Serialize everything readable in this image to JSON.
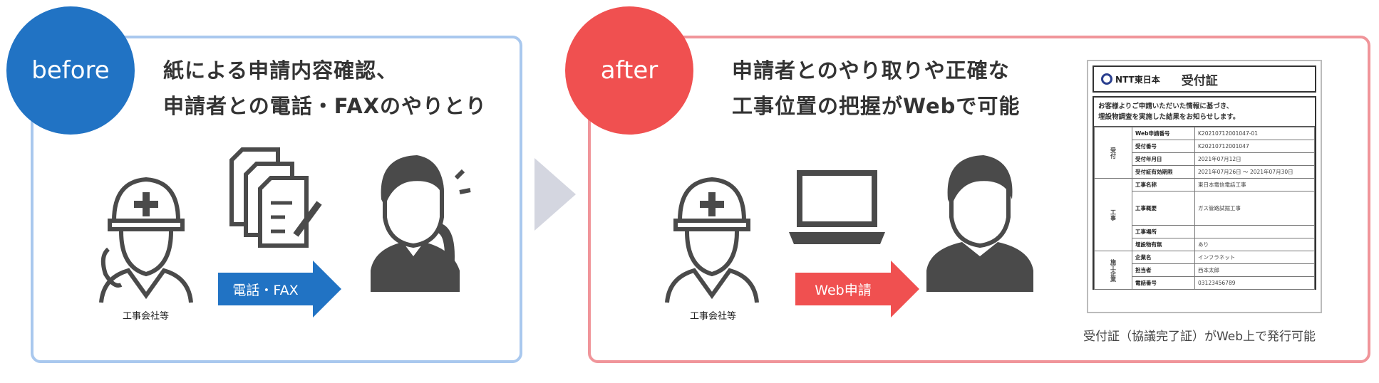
{
  "before": {
    "badge": "before",
    "title_line1": "紙による申請内容確認、",
    "title_line2": "申請者との電話・FAXのやりとり",
    "arrow_label": "電話・FAX",
    "worker_label": "工事会社等",
    "color": "#2173c4",
    "border_color": "#a9c8ee"
  },
  "after": {
    "badge": "after",
    "title_line1": "申請者とのやり取りや正確な",
    "title_line2": "工事位置の把握がWebで可能",
    "arrow_label": "Web申請",
    "worker_label": "工事会社等",
    "color": "#f05050",
    "border_color": "#f0959a"
  },
  "document": {
    "logo": "NTT東日本",
    "title": "受付証",
    "message_line1": "お客様よりご申請いただいた情報に基づき、",
    "message_line2": "埋設物調査を実施した結果をお知らせします。",
    "groups": [
      {
        "name": "受付",
        "rows": [
          {
            "k": "Web申請番号",
            "v": "K20210712001047-01"
          },
          {
            "k": "受付番号",
            "v": "K20210712001047"
          },
          {
            "k": "受付年月日",
            "v": "2021年07月12日"
          },
          {
            "k": "受付証有効期限",
            "v": "2021年07月26日 ～ 2021年07月30日"
          }
        ]
      },
      {
        "name": "工事",
        "rows": [
          {
            "k": "工事名称",
            "v": "東日本電信電話工事"
          },
          {
            "k": "工事概要",
            "v": "ガス管路試掘工事"
          },
          {
            "k": "工事場所",
            "v": ""
          },
          {
            "k": "埋設物有無",
            "v": "あり"
          }
        ]
      },
      {
        "name": "施工企業",
        "rows": [
          {
            "k": "企業名",
            "v": "インフラネット"
          },
          {
            "k": "担当者",
            "v": "西本太郎"
          },
          {
            "k": "電話番号",
            "v": "03123456789"
          }
        ]
      }
    ]
  },
  "caption": "受付証（協議完了証）がWeb上で発行可能"
}
